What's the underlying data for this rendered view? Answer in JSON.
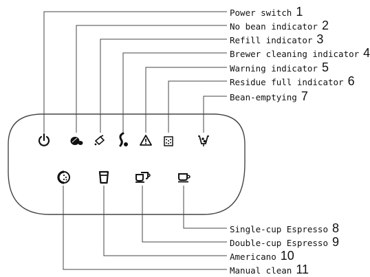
{
  "labels": [
    {
      "text": "Power switch",
      "number": "1"
    },
    {
      "text": "No bean indicator",
      "number": "2"
    },
    {
      "text": "Refill indicator",
      "number": "3"
    },
    {
      "text": "Brewer cleaning indicator",
      "number": "4"
    },
    {
      "text": "Warning indicator",
      "number": "5"
    },
    {
      "text": "Residue full indicator",
      "number": "6"
    },
    {
      "text": "Bean-emptying",
      "number": "7"
    },
    {
      "text": "Single-cup Espresso",
      "number": "8"
    },
    {
      "text": "Double-cup Espresso",
      "number": "9"
    },
    {
      "text": "Americano",
      "number": "10"
    },
    {
      "text": "Manual clean",
      "number": "11"
    }
  ],
  "icons": [
    "power-icon",
    "no-bean-icon",
    "refill-icon",
    "brewer-cleaning-icon",
    "warning-icon",
    "residue-full-icon",
    "bean-emptying-icon",
    "single-cup-espresso-icon",
    "double-cup-espresso-icon",
    "americano-icon",
    "manual-clean-icon"
  ],
  "colors": {
    "line": "#444444",
    "icon": "#111111"
  }
}
